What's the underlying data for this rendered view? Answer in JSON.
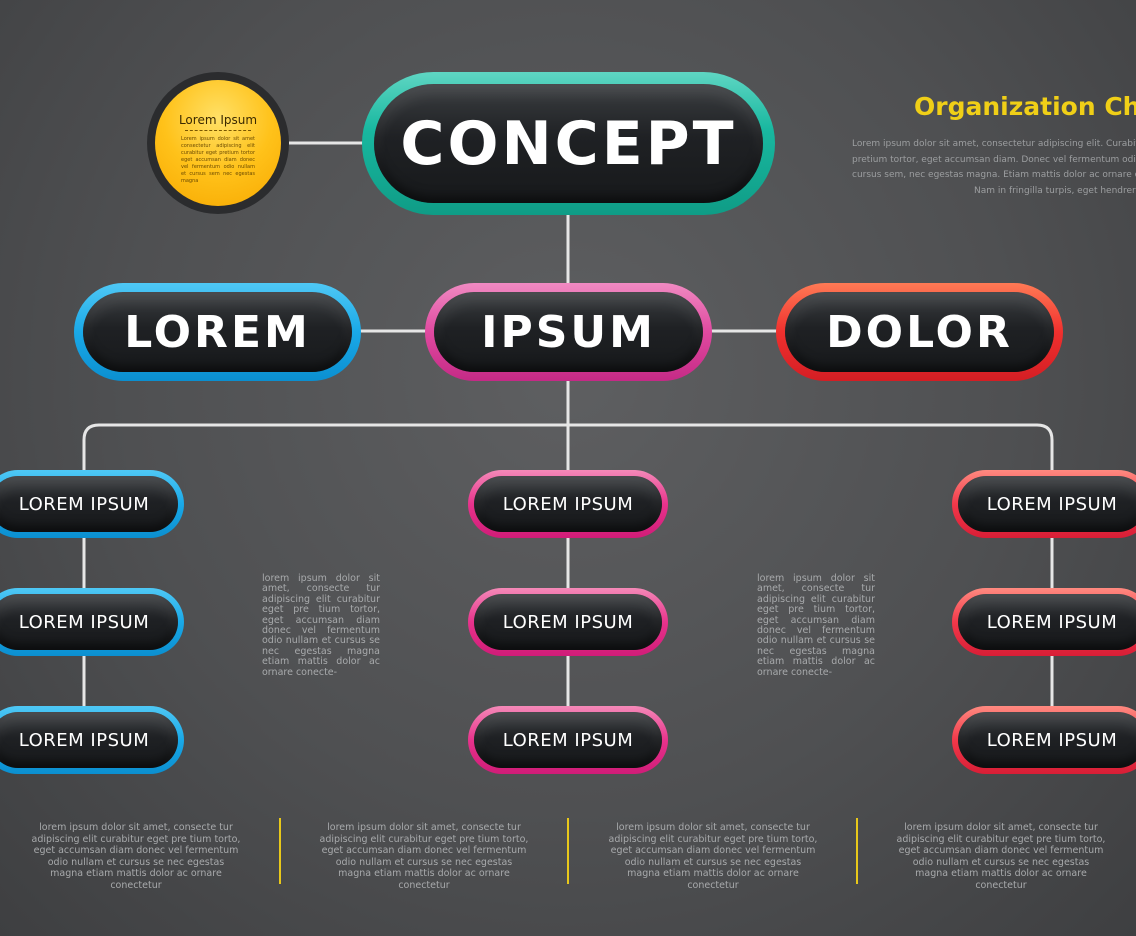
{
  "chart_title": "Organization Chart",
  "intro_text": [
    "Lorem ipsum dolor sit amet, consectetur adipiscing elit. Curabitur",
    "pretium tortor, eget accumsan diam. Donec vel fermentum odio Nulam",
    "cursus sem, nec egestas magna. Etiam mattis dolor ac ornare consectetur",
    "Nam in fringilla turpis, eget hendrerit purus"
  ],
  "circle": {
    "title": "Lorem Ipsum",
    "body": "Lorem ipsum dolor sit amet consectetur adipiscing elit curabitur eget pretium tortor eget accumsan diam donec vel fermentum odio nullam et cursus sem nec egestas magna"
  },
  "top_node": {
    "label": "CONCEPT",
    "color": "#19b8a0"
  },
  "level2": [
    {
      "label": "LOREM",
      "color": "#1aa9e8"
    },
    {
      "label": "IPSUM",
      "color": "#e04aa0"
    },
    {
      "label": "DOLOR",
      "color": "#f0302e"
    }
  ],
  "columns": [
    {
      "color": "#1aa9e8",
      "items": [
        "LOREM IPSUM",
        "LOREM IPSUM",
        "LOREM IPSUM"
      ]
    },
    {
      "color": "#e8338c",
      "items": [
        "LOREM IPSUM",
        "LOREM IPSUM",
        "LOREM IPSUM"
      ]
    },
    {
      "color": "#f2384a",
      "items": [
        "LOREM IPSUM",
        "LOREM IPSUM",
        "LOREM IPSUM"
      ]
    }
  ],
  "side_texts": [
    "lorem ipsum dolor sit amet, consecte tur adipiscing elit curabitur eget pre tium tortor, eget accumsan diam donec vel fermentum odio nullam et cursus se nec egestas magna etiam mattis dolor ac ornare conecte-",
    "lorem ipsum dolor sit amet, consecte tur adipiscing elit curabitur eget pre tium tortor, eget accumsan diam donec vel fermentum odio nullam et cursus se nec egestas magna etiam mattis dolor ac ornare conecte-"
  ],
  "footer_texts": [
    "lorem ipsum dolor sit amet, consecte tur adipiscing elit curabitur eget pre tium torto, eget accumsan diam donec vel fermentum odio nullam et cursus se nec egestas magna etiam mattis dolor ac ornare conectetur",
    "lorem ipsum dolor sit amet, consecte tur adipiscing elit curabitur eget pre tium torto, eget accumsan diam donec vel fermentum odio nullam et cursus se nec egestas magna etiam mattis dolor ac ornare conectetur",
    "lorem ipsum dolor sit amet, consecte tur adipiscing elit curabitur eget pre tium torto, eget accumsan diam donec vel fermentum odio nullam et cursus se nec egestas magna etiam mattis dolor ac ornare conectetur",
    "lorem ipsum dolor sit amet, consecte tur adipiscing elit curabitur eget pre tium torto, eget accumsan diam donec vel fermentum odio nullam et cursus se nec egestas magna etiam mattis dolor ac ornare conectetur"
  ],
  "colors": {
    "connector": "#e6e6e6",
    "accent_yellow": "#f0cf17",
    "divider": "#e8c81a"
  }
}
